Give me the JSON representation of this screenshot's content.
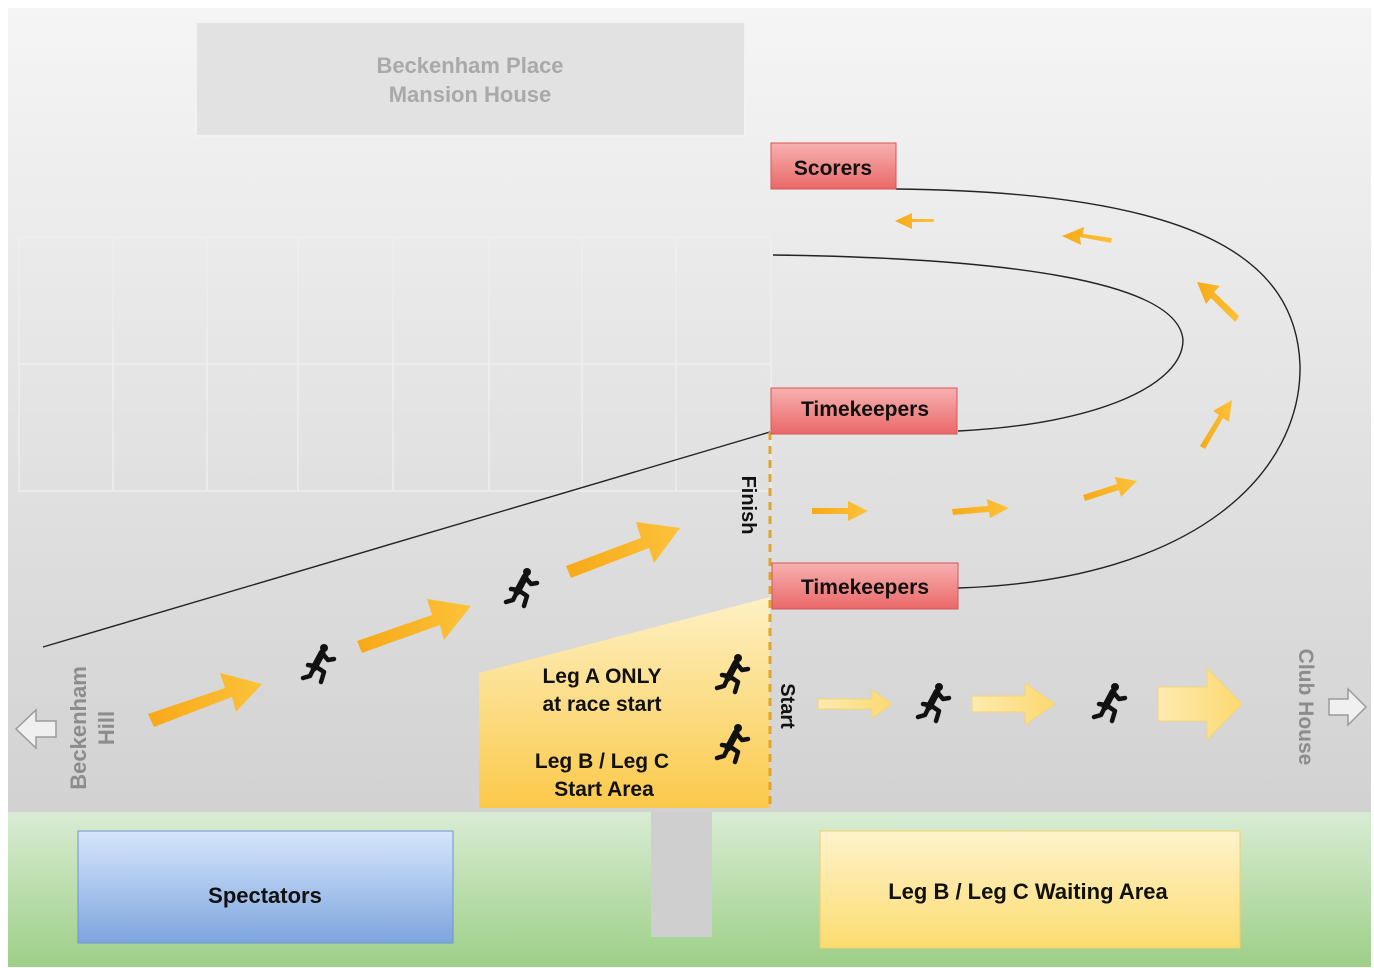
{
  "mansion": {
    "line1": "Beckenham Place",
    "line2": "Mansion House"
  },
  "labels": {
    "scorers": "Scorers",
    "timekeepers_top": "Timekeepers",
    "timekeepers_bottom": "Timekeepers",
    "finish": "Finish",
    "start": "Start",
    "beckenham_line1": "Beckenham",
    "beckenham_line2": "Hill",
    "club_house": "Club House"
  },
  "start_area": {
    "leg_a_line1": "Leg A ONLY",
    "leg_a_line2": "at race start",
    "leg_bc_line1": "Leg B / Leg C",
    "leg_bc_line2": "Start Area"
  },
  "spectators": "Spectators",
  "waiting_area": "Leg B / Leg C Waiting Area",
  "colors": {
    "sky_top": "#f4f4f4",
    "sky_bottom": "#d3d3d3",
    "grass_top": "#d8ebd2",
    "grass_bottom": "#9fd08a",
    "label_red": "#ee7c7c",
    "arrow_orange": "#fbb61b",
    "arrow_pale": "#fde39b",
    "start_area": "#fde18a",
    "spectators_blue": "#8fb3e6",
    "waiting_yellow": "#fde7a0",
    "faded_text": "#b3b3b3",
    "dark_gray_text": "#8c8c8c"
  },
  "icons": [
    "runner-icon",
    "arrow-left-icon",
    "arrow-right-icon"
  ]
}
